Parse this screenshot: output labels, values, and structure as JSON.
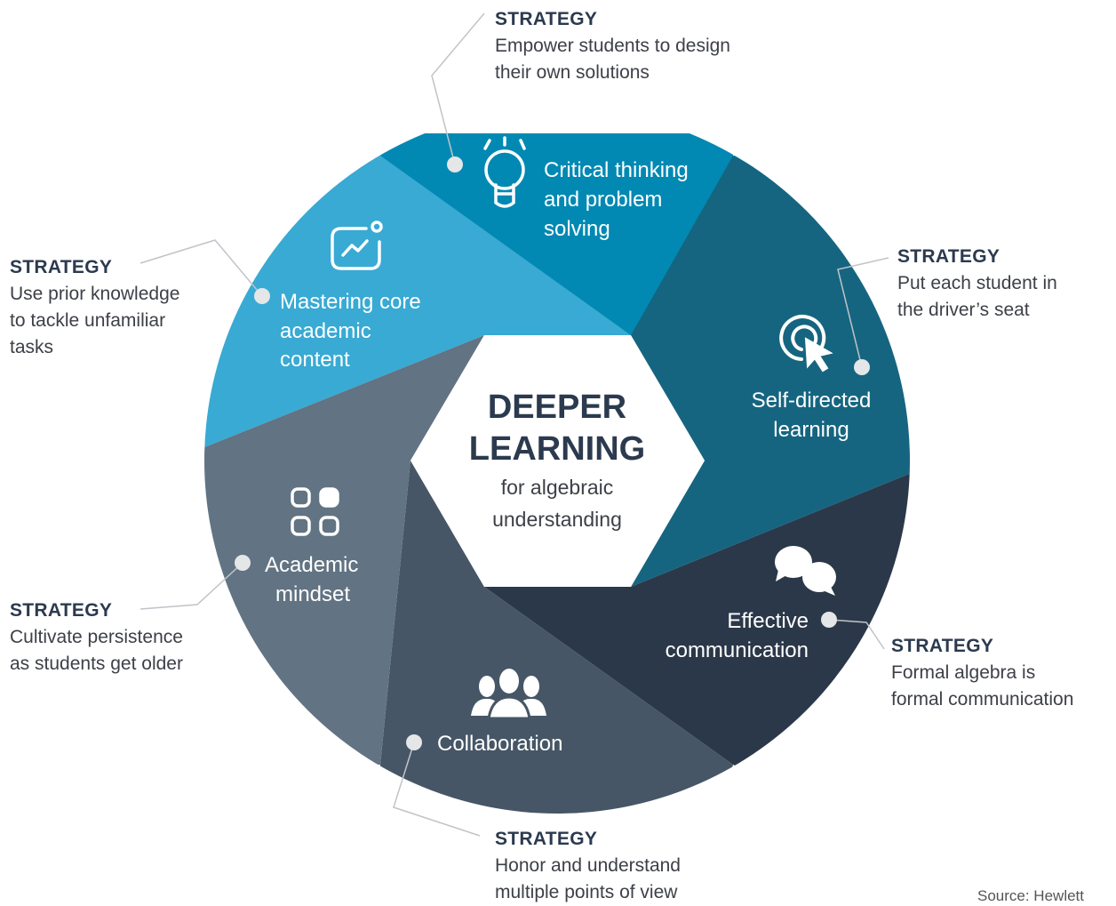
{
  "center": {
    "title_line1": "DEEPER",
    "title_line2": "LEARNING",
    "subtitle_line1": "for algebraic",
    "subtitle_line2": "understanding"
  },
  "segments": [
    {
      "id": "critical",
      "icon": "lightbulb-icon",
      "color": "#0189b3",
      "lines": [
        "Critical thinking",
        "and problem",
        "solving"
      ]
    },
    {
      "id": "self",
      "icon": "click-target-icon",
      "color": "#166580",
      "lines": [
        "Self-directed",
        "learning"
      ]
    },
    {
      "id": "communication",
      "icon": "speech-bubbles-icon",
      "color": "#2b3849",
      "lines": [
        "Effective",
        "communication"
      ]
    },
    {
      "id": "collaboration",
      "icon": "people-group-icon",
      "color": "#465666",
      "lines": [
        "Collaboration"
      ]
    },
    {
      "id": "mindset",
      "icon": "grid-squares-icon",
      "color": "#627383",
      "lines": [
        "Academic",
        "mindset"
      ]
    },
    {
      "id": "mastering",
      "icon": "chart-trend-icon",
      "color": "#38aad4",
      "lines": [
        "Mastering core",
        "academic",
        "content"
      ]
    }
  ],
  "strategies": [
    {
      "id": "critical",
      "heading": "STRATEGY",
      "lines": [
        "Empower students to design",
        "their own solutions"
      ]
    },
    {
      "id": "self",
      "heading": "STRATEGY",
      "lines": [
        "Put each student in",
        "the driver’s seat"
      ]
    },
    {
      "id": "communication",
      "heading": "STRATEGY",
      "lines": [
        "Formal algebra is",
        "formal communication"
      ]
    },
    {
      "id": "collaboration",
      "heading": "STRATEGY",
      "lines": [
        "Honor and understand",
        "multiple points of view"
      ]
    },
    {
      "id": "mindset",
      "heading": "STRATEGY",
      "lines": [
        "Cultivate persistence",
        "as students get older"
      ]
    },
    {
      "id": "mastering",
      "heading": "STRATEGY",
      "lines": [
        "Use prior knowledge",
        "to tackle unfamiliar",
        "tasks"
      ]
    }
  ],
  "source": "Source: Hewlett"
}
